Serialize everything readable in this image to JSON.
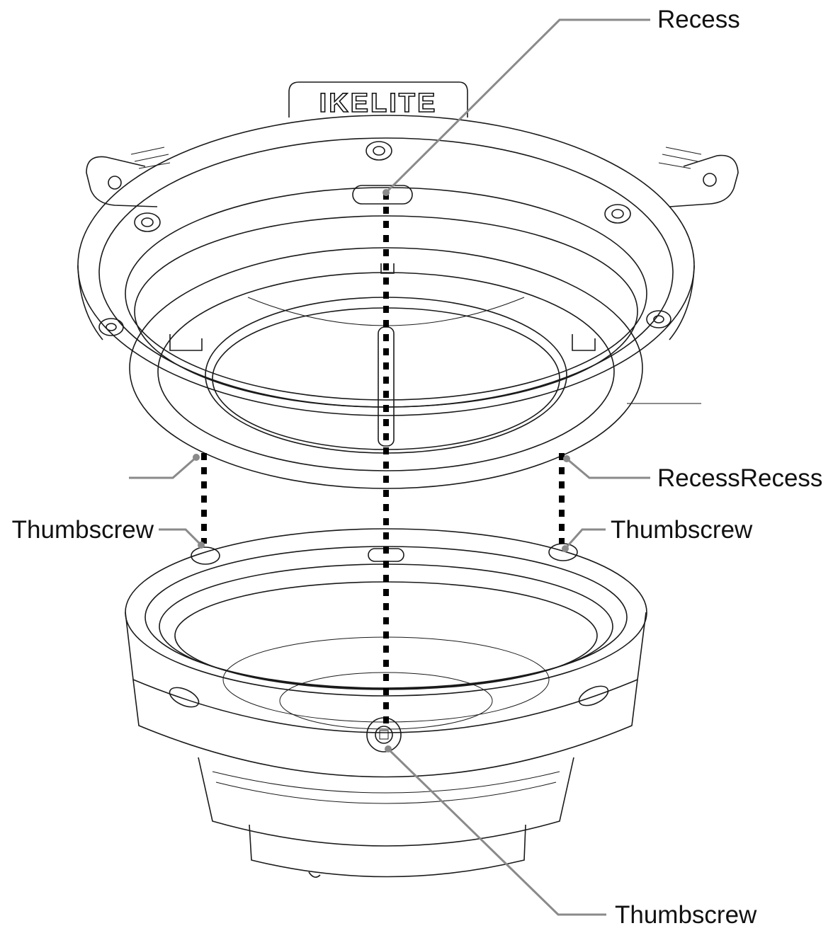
{
  "brand": "IKELITE",
  "labels": {
    "recess_top": "Recess",
    "recess_right": "RecessRecess",
    "thumbscrew_left": "Thumbscrew",
    "thumbscrew_right": "Thumbscrew",
    "thumbscrew_bottom": "Thumbscrew"
  },
  "colors": {
    "outline": "#1a1a1a",
    "leader": "#8a8a8a",
    "alignment_dots": "#000000"
  }
}
